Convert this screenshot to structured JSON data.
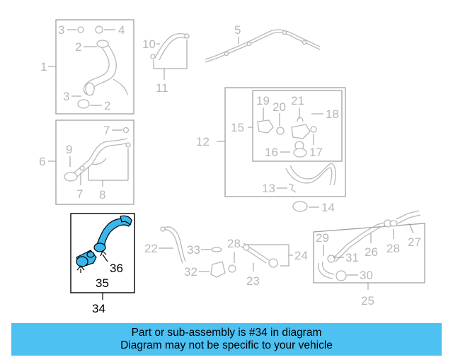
{
  "callouts": {
    "c1": "1",
    "c2a": "2",
    "c2b": "2",
    "c3a": "3",
    "c3b": "3",
    "c4": "4",
    "c5": "5",
    "c6": "6",
    "c7a": "7",
    "c7b": "7",
    "c8": "8",
    "c9": "9",
    "c10": "10",
    "c11": "11",
    "c12": "12",
    "c13": "13",
    "c14": "14",
    "c15": "15",
    "c16": "16",
    "c17": "17",
    "c18": "18",
    "c19": "19",
    "c20": "20",
    "c21": "21",
    "c22": "22",
    "c23": "23",
    "c24": "24",
    "c25": "25",
    "c26": "26",
    "c27": "27",
    "c28": "28",
    "c29": "29",
    "c30": "30",
    "c31": "31",
    "c32": "32",
    "c33": "33",
    "c34": "34",
    "c35": "35",
    "c36": "36"
  },
  "highlight_color": "#39b6ea",
  "banner": {
    "line1": "Part or sub-assembly is #34 in diagram",
    "line2": "Diagram may not be specific to your vehicle",
    "color": "#4cc1f2"
  }
}
